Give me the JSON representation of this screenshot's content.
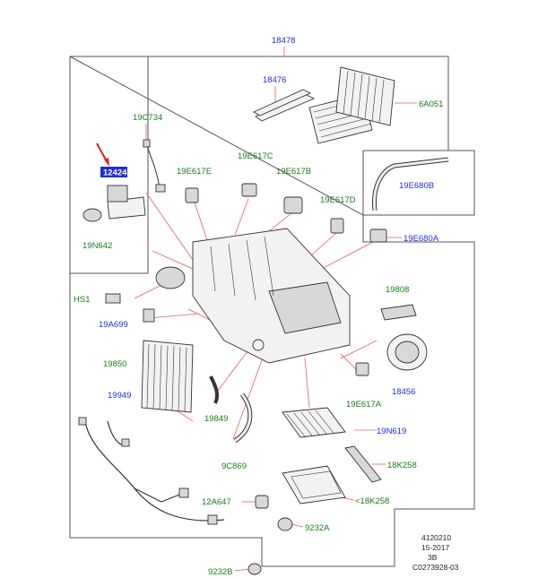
{
  "labels": {
    "p18478": "18478",
    "p18476": "18476",
    "p6A051": "6A051",
    "p19C734": "19C734",
    "p19E617C": "19E617C",
    "p19E617E": "19E617E",
    "p19E617B": "19E617B",
    "p19E617D": "19E617D",
    "p19E680B": "19E680B",
    "p19E680A": "19E680A",
    "p19N642": "19N642",
    "pHS1": "HS1",
    "p19A699": "19A699",
    "p19808": "19808",
    "p19850": "19850",
    "p18456": "18456",
    "p19E617A": "19E617A",
    "p19949": "19949",
    "p19849": "19849",
    "p19N619": "19N619",
    "p18K258a": "18K258",
    "p9C869": "9C869",
    "p12A647": "12A647",
    "p18K258b": "<18K258",
    "p9232A": "9232A",
    "p9232B": "9232B",
    "highlight": "12424"
  },
  "meta": {
    "line1": "4120210",
    "line2": "15-2017",
    "line3": "3B",
    "line4": "C0273928-03"
  },
  "colors": {
    "blue_label": "#1f2fd6",
    "green_label": "#1a7a1a",
    "leader": "#e06060",
    "highlight_bg": "#1f2fd6",
    "arrow": "#e02020"
  }
}
